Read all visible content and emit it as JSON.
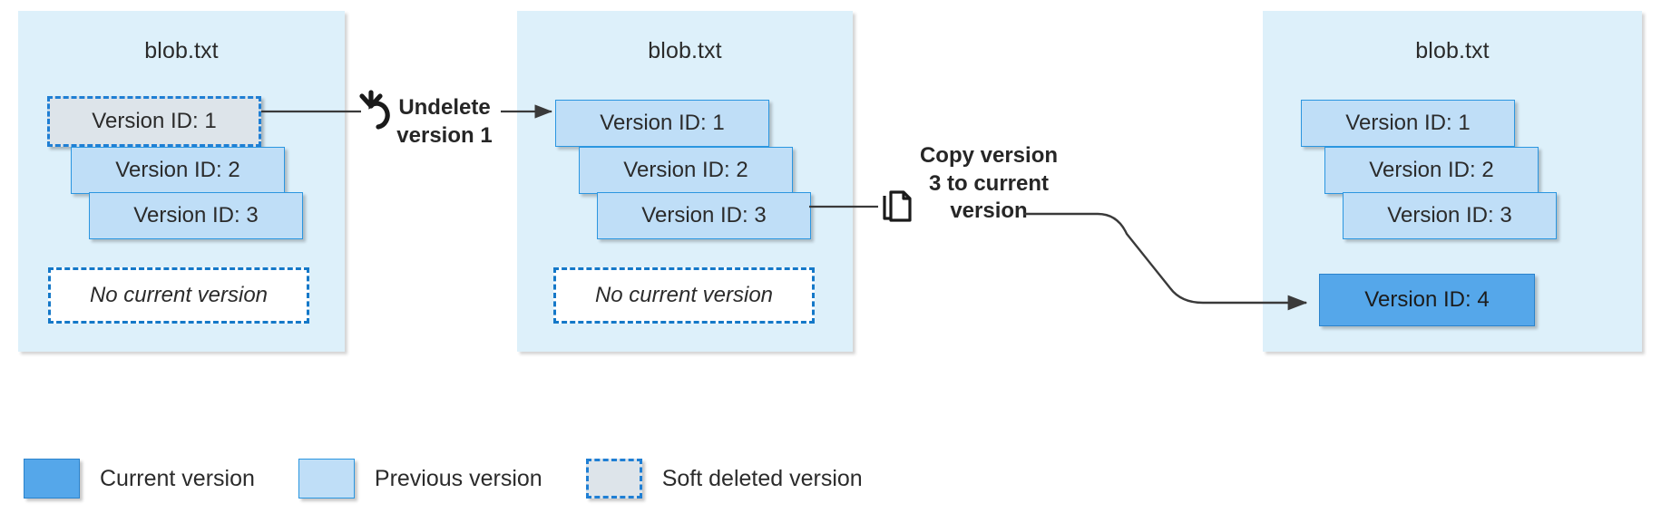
{
  "diagram": {
    "title_blob": "blob.txt",
    "panels": [
      {
        "name": "panel-initial",
        "title": "blob.txt",
        "versions": [
          {
            "label": "Version ID: 1",
            "state": "softdeleted"
          },
          {
            "label": "Version ID: 2",
            "state": "previous"
          },
          {
            "label": "Version ID: 3",
            "state": "previous"
          }
        ],
        "placeholder": "No current version"
      },
      {
        "name": "panel-after-undelete",
        "title": "blob.txt",
        "versions": [
          {
            "label": "Version ID: 1",
            "state": "previous"
          },
          {
            "label": "Version ID: 2",
            "state": "previous"
          },
          {
            "label": "Version ID: 3",
            "state": "previous"
          }
        ],
        "placeholder": "No current version"
      },
      {
        "name": "panel-after-copy",
        "title": "blob.txt",
        "versions": [
          {
            "label": "Version ID: 1",
            "state": "previous"
          },
          {
            "label": "Version ID: 2",
            "state": "previous"
          },
          {
            "label": "Version ID: 3",
            "state": "previous"
          },
          {
            "label": "Version ID: 4",
            "state": "current"
          }
        ]
      }
    ],
    "annotations": [
      {
        "name": "undelete-annotation",
        "icon": "undo-arrow-icon",
        "line1": "Undelete",
        "line2": "version 1",
        "text": "Undelete version 1"
      },
      {
        "name": "copy-annotation",
        "icon": "copy-pages-icon",
        "line1": "Copy version",
        "line2": "3 to current",
        "line3": "version",
        "text": "Copy version 3 to current version"
      }
    ]
  },
  "legend": {
    "items": [
      {
        "name": "legend-current-version",
        "label": "Current version",
        "swatch": "current",
        "color": "#55a7ea"
      },
      {
        "name": "legend-previous-version",
        "label": "Previous version",
        "swatch": "previous",
        "color": "#bfdef7"
      },
      {
        "name": "legend-soft-deleted-version",
        "label": "Soft deleted version",
        "swatch": "softdeleted",
        "color": "#dde4ea"
      }
    ]
  },
  "colors": {
    "panel_background": "#ddf0fa",
    "current_version": "#55a7ea",
    "previous_version": "#bfdef7",
    "soft_deleted_version": "#dde4ea",
    "accent_border": "#1f7fd4",
    "connector": "#3a3a3a"
  }
}
